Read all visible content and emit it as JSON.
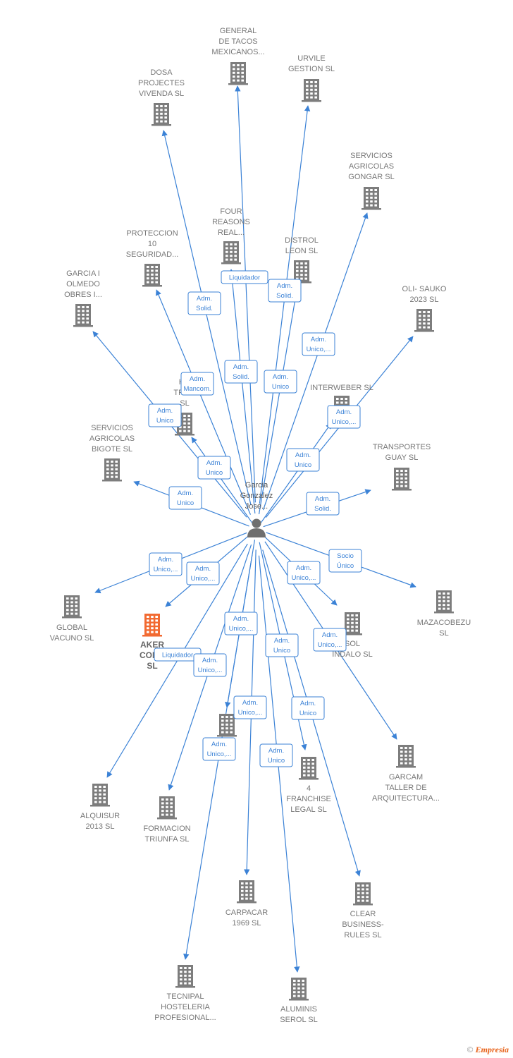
{
  "colors": {
    "edge": "#3b82d6",
    "building": "#7d7d7d",
    "highlight_building": "#f26a31",
    "person": "#6f6f6f"
  },
  "center": {
    "name_lines": [
      "Garcia",
      "Gonzalez",
      "Jose..."
    ],
    "icon": "person-icon"
  },
  "nodes": [
    {
      "id": "general-tacos",
      "lines": [
        "GENERAL",
        "DE TACOS",
        "MEXICANOS..."
      ]
    },
    {
      "id": "urvile",
      "lines": [
        "URVILE",
        "GESTION SL"
      ]
    },
    {
      "id": "dosa",
      "lines": [
        "DOSA",
        "PROJECTES",
        "VIVENDA SL"
      ]
    },
    {
      "id": "servicios-gongar",
      "lines": [
        "SERVICIOS",
        "AGRICOLAS",
        "GONGAR SL"
      ]
    },
    {
      "id": "four-reasons",
      "lines": [
        "FOUR",
        "REASONS",
        "REAL..."
      ]
    },
    {
      "id": "proteccion",
      "lines": [
        "PROTECCION",
        "10",
        "SEGURIDAD..."
      ]
    },
    {
      "id": "distrol",
      "lines": [
        "DISTROL",
        "LEON SL"
      ]
    },
    {
      "id": "garcia-olmedo",
      "lines": [
        "GARCIA I",
        "OLMEDO",
        "OBRES I..."
      ]
    },
    {
      "id": "oli-sauko",
      "lines": [
        "OLI- SAUKO",
        "2023 SL"
      ]
    },
    {
      "id": "interweber",
      "lines": [
        "INTERWEBER SL"
      ]
    },
    {
      "id": "ho-tram",
      "lines": [
        "HO",
        "TRAM",
        "SL"
      ]
    },
    {
      "id": "servicios-bigote",
      "lines": [
        "SERVICIOS",
        "AGRICOLAS",
        "BIGOTE SL"
      ]
    },
    {
      "id": "transportes-guay",
      "lines": [
        "TRANSPORTES",
        "GUAY SL"
      ]
    },
    {
      "id": "global-vacuno",
      "lines": [
        "GLOBAL",
        "VACUNO SL"
      ]
    },
    {
      "id": "aker",
      "lines": [
        "AKER",
        "COME",
        "SL"
      ],
      "highlight": true
    },
    {
      "id": "mazacobezu",
      "lines": [
        "MAZACOBEZU",
        "SL"
      ]
    },
    {
      "id": "sol-indalo",
      "lines": [
        "SOL",
        "INDALO SL"
      ]
    },
    {
      "id": "os-sl",
      "lines": [
        "OS",
        "SL"
      ]
    },
    {
      "id": "garcam",
      "lines": [
        "GARCAM",
        "TALLER DE",
        "ARQUITECTURA..."
      ]
    },
    {
      "id": "alquisur",
      "lines": [
        "ALQUISUR",
        "2013 SL"
      ]
    },
    {
      "id": "formacion",
      "lines": [
        "FORMACION",
        "TRIUNFA SL"
      ]
    },
    {
      "id": "franchise",
      "lines": [
        "4",
        "FRANCHISE",
        "LEGAL SL"
      ]
    },
    {
      "id": "carpacar",
      "lines": [
        "CARPACAR",
        "1969 SL"
      ]
    },
    {
      "id": "clear",
      "lines": [
        "CLEAR",
        "BUSINESS-",
        "RULES SL"
      ]
    },
    {
      "id": "tecnipal",
      "lines": [
        "TECNIPAL",
        "HOSTELERIA",
        "PROFESIONAL..."
      ]
    },
    {
      "id": "aluminis",
      "lines": [
        "ALUMINIS",
        "SEROL SL"
      ]
    }
  ],
  "edges": [
    {
      "target": "general-tacos",
      "role": [
        "Adm.",
        "Solid."
      ]
    },
    {
      "target": "urvile",
      "role": [
        "Adm.",
        "Unico"
      ]
    },
    {
      "target": "dosa",
      "role": [
        "Adm.",
        "Solid."
      ]
    },
    {
      "target": "servicios-gongar",
      "role": [
        "Adm.",
        "Unico,..."
      ]
    },
    {
      "target": "four-reasons",
      "role": [
        "Liquidador"
      ]
    },
    {
      "target": "proteccion",
      "role": [
        "Adm.",
        "Mancom."
      ]
    },
    {
      "target": "distrol",
      "role": [
        "Adm.",
        "Solid."
      ]
    },
    {
      "target": "garcia-olmedo",
      "role": [
        "Adm.",
        "Unico"
      ]
    },
    {
      "target": "oli-sauko",
      "role": [
        "Adm.",
        "Unico,..."
      ]
    },
    {
      "target": "interweber",
      "role": [
        "Adm.",
        "Unico"
      ]
    },
    {
      "target": "ho-tram",
      "role": [
        "Adm.",
        "Unico"
      ]
    },
    {
      "target": "servicios-bigote",
      "role": [
        "Adm.",
        "Unico"
      ]
    },
    {
      "target": "transportes-guay",
      "role": [
        "Adm.",
        "Solid."
      ]
    },
    {
      "target": "global-vacuno",
      "role": [
        "Adm.",
        "Unico,..."
      ]
    },
    {
      "target": "aker",
      "role": [
        "Adm.",
        "Unico,..."
      ]
    },
    {
      "target": "mazacobezu",
      "role": [
        "Socio",
        "Único"
      ]
    },
    {
      "target": "sol-indalo",
      "role": [
        "Adm.",
        "Unico,..."
      ]
    },
    {
      "target": "os-sl",
      "role": [
        "Adm.",
        "Unico,..."
      ]
    },
    {
      "target": "garcam",
      "role": [
        "Adm.",
        "Unico,..."
      ]
    },
    {
      "target": "alquisur",
      "role": [
        "Liquidador"
      ]
    },
    {
      "target": "formacion",
      "role": [
        "Adm.",
        "Unico,..."
      ]
    },
    {
      "target": "franchise",
      "role": [
        "Adm.",
        "Unico"
      ]
    },
    {
      "target": "carpacar",
      "role": [
        "Adm.",
        "Unico,..."
      ]
    },
    {
      "target": "clear",
      "role": [
        "Adm.",
        "Unico"
      ]
    },
    {
      "target": "tecnipal",
      "role": [
        "Adm.",
        "Unico,..."
      ]
    },
    {
      "target": "aluminis",
      "role": [
        "Adm.",
        "Unico"
      ]
    }
  ],
  "footer": {
    "copyright": "©",
    "brand": "Empresia"
  }
}
